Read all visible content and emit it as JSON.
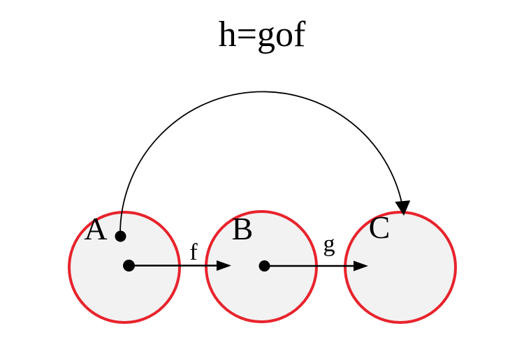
{
  "diagram": {
    "title": "h=gof",
    "sets": [
      {
        "label": "A"
      },
      {
        "label": "B"
      },
      {
        "label": "C"
      }
    ],
    "arrows": [
      {
        "label": "f",
        "from": "A",
        "to": "B"
      },
      {
        "label": "g",
        "from": "B",
        "to": "C"
      },
      {
        "label": "h=gof",
        "from": "A",
        "to": "C"
      }
    ],
    "colors": {
      "circle_stroke": "#e8232c",
      "circle_fill": "#f2f2f2",
      "line": "#000000",
      "background": "#ffffff"
    }
  }
}
